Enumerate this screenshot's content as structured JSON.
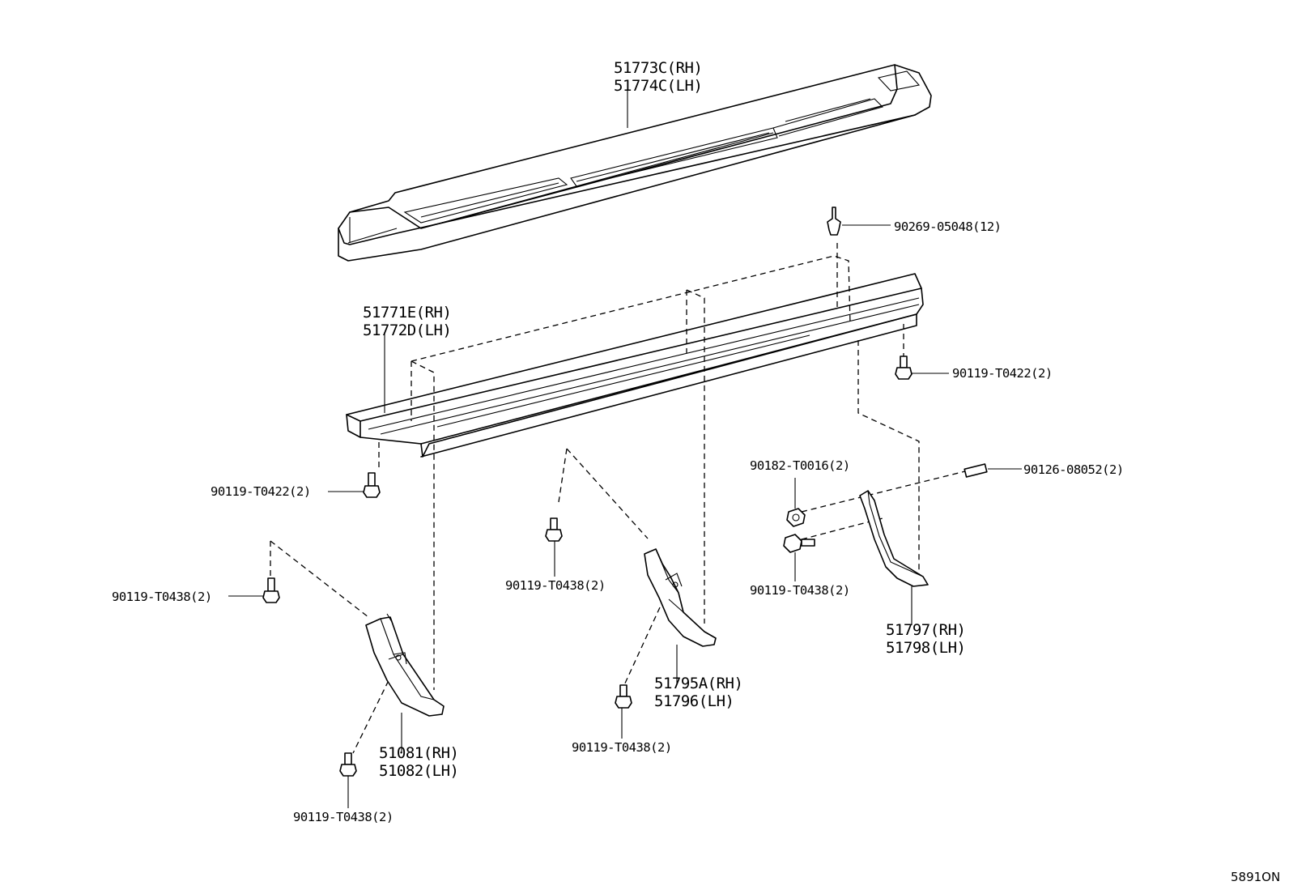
{
  "labels": {
    "step_cover_rh": "51773C(RH)",
    "step_cover_lh": "51774C(LH)",
    "clip": "90269-05048(12)",
    "step_rh": "51771E(RH)",
    "step_lh": "51772D(LH)",
    "bolt_right": "90119-T0422(2)",
    "bolt_left": "90119-T0422(2)",
    "nut": "90182-T0016(2)",
    "stud": "90126-08052(2)",
    "bolt_mid_upper": "90119-T0438(2)",
    "bolt_left_upper": "90119-T0438(2)",
    "bolt_right_lower": "90119-T0438(2)",
    "bracket_rear_rh": "51797(RH)",
    "bracket_rear_lh": "51798(LH)",
    "bracket_mid_rh": "51795A(RH)",
    "bracket_mid_lh": "51796(LH)",
    "bolt_mid_lower": "90119-T0438(2)",
    "bracket_front_rh": "51081(RH)",
    "bracket_front_lh": "51082(LH)",
    "bolt_left_lower": "90119-T0438(2)",
    "drawing_id": "5891ON"
  }
}
